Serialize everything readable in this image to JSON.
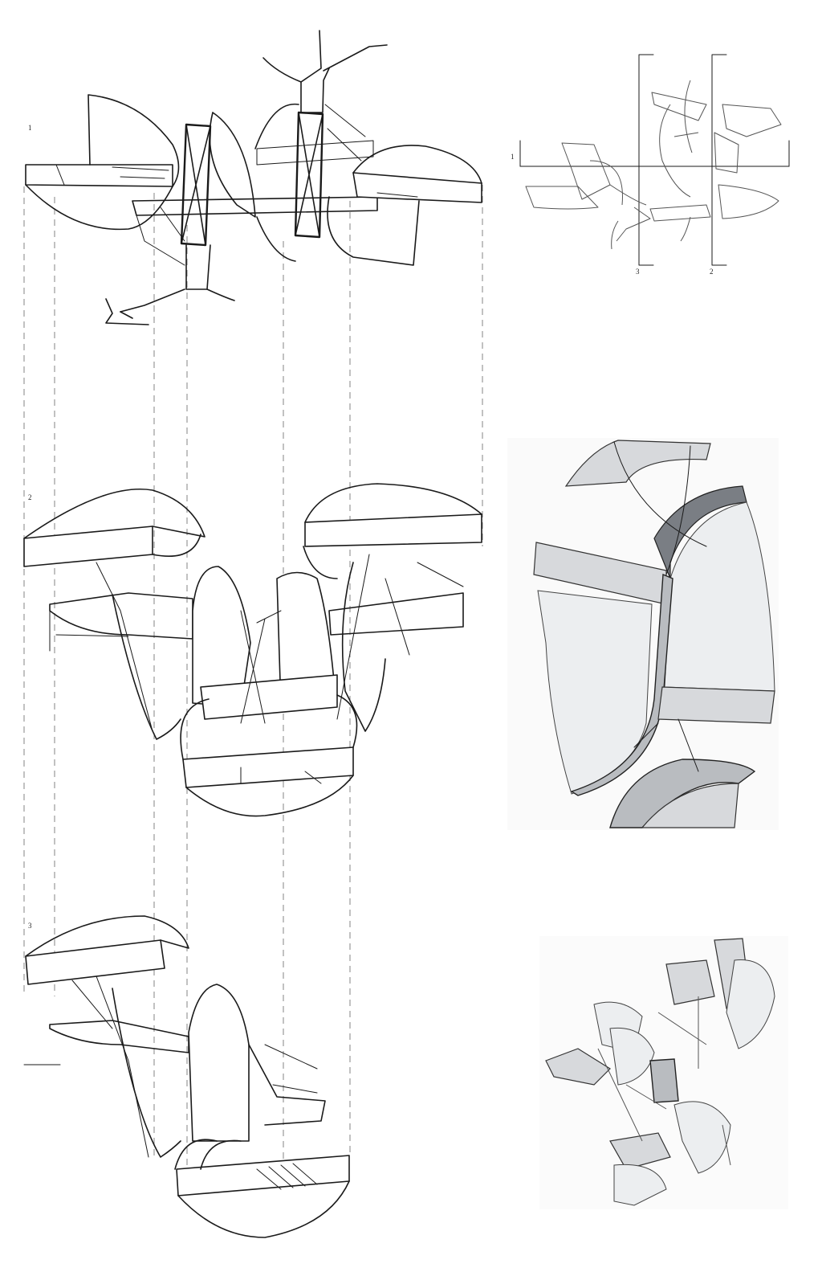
{
  "drawings": {
    "elevation_1": {
      "label": "1"
    },
    "elevation_2": {
      "label": "2"
    },
    "elevation_3": {
      "label": "3"
    },
    "plan_key": {
      "section_line_1": "1",
      "section_line_2": "2",
      "section_line_3": "3"
    }
  },
  "colors": {
    "ink": "#1a1a1a",
    "dash": "#777777",
    "render_light": "#d7d9dc",
    "render_mid": "#b9bcc0",
    "render_dark": "#7a7e84"
  }
}
